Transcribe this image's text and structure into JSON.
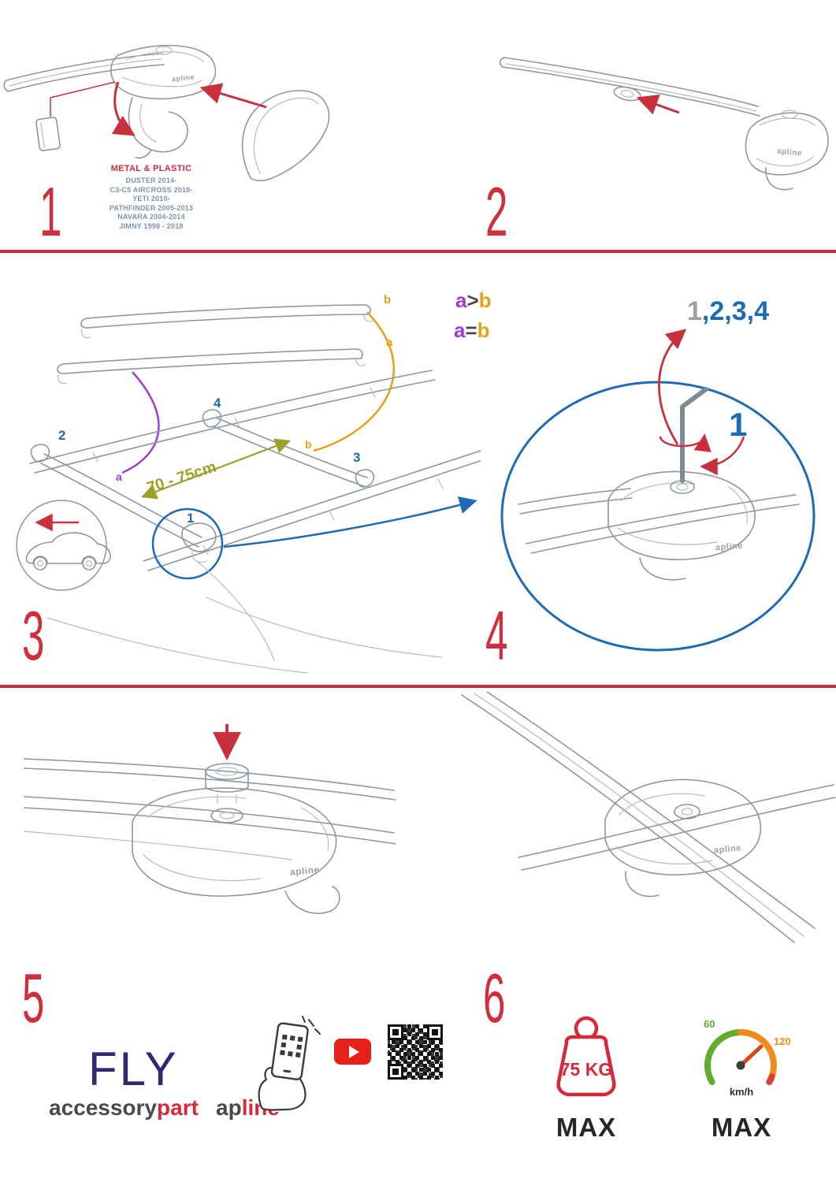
{
  "icons": {
    "youtube_play": "play-triangle",
    "qr_code": "qr-pattern",
    "phone_scan": "hand-holding-phone",
    "weight_limit": "weight-outline",
    "speed_limit": "speedometer-gauge"
  },
  "colors": {
    "red": "#c9303d",
    "blue": "#1e6bb5",
    "purple": "#a43bd0",
    "orange": "#e5a117",
    "olive": "#9fa02a",
    "navy": "#2b2a72"
  },
  "foot_logo": "apline",
  "steps": {
    "s1": {
      "number": "1",
      "material_label": "METAL & PLASTIC",
      "models": [
        "DUSTER 2014-",
        "C3-C5 AIRCROSS 2018-",
        "YETI 2010-",
        "PATHFINDER 2005-2013",
        "NAVARA 2004-2014",
        "JIMNY 1998 - 2018"
      ]
    },
    "s2": {
      "number": "2"
    },
    "s3": {
      "number": "3",
      "bar_label_top": "b",
      "bar_label_bottom": "a",
      "rule_greater": {
        "a": "a",
        "op": ">",
        "b": "b"
      },
      "rule_equal": {
        "a": "a",
        "op": "=",
        "b": "b"
      },
      "distance": "70 - 75cm",
      "roof_labels": {
        "n1": "1",
        "n2": "2",
        "n3": "3",
        "n4": "4",
        "a": "a",
        "b": "b"
      }
    },
    "s4": {
      "number": "4",
      "seq_first": "1",
      "seq_rest": ",2,3,4",
      "key_label": "1"
    },
    "s5": {
      "number": "5"
    },
    "s6": {
      "number": "6"
    }
  },
  "footer": {
    "product_name": "FLY",
    "brand1_main": "accessory",
    "brand1_accent": "part",
    "brand2_main": "ap",
    "brand2_accent": "line",
    "weight_value": "75 KG",
    "weight_max_label": "MAX",
    "speed_low": "60",
    "speed_high": "120",
    "speed_unit": "km/h",
    "speed_max_label": "MAX"
  }
}
